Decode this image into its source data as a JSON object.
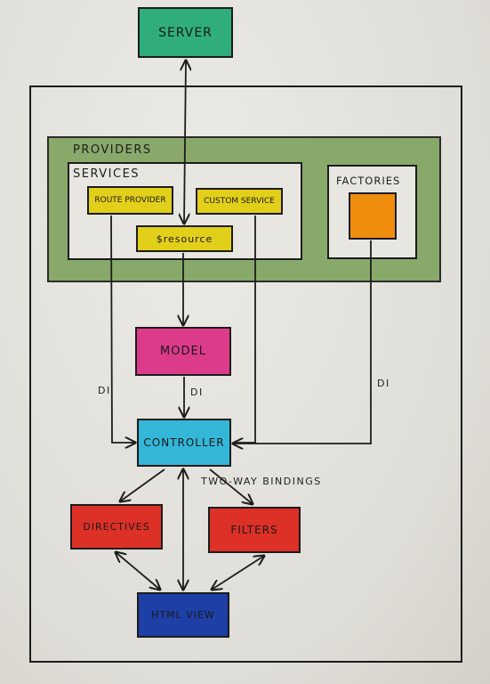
{
  "colors": {
    "server": "#2fae7c",
    "providers": "#88a96a",
    "route_provider": "#e2cf1a",
    "custom_service": "#e2cf1a",
    "resource": "#e2cf1a",
    "factory": "#f08c0e",
    "model": "#dc3b8a",
    "controller": "#33b6d8",
    "directives": "#dd3027",
    "filters": "#dd3027",
    "html_view": "#1d3fa6"
  },
  "nodes": {
    "server": "SERVER",
    "providers": "PROVIDERS",
    "services": "SERVICES",
    "route_provider": "ROUTE PROVIDER",
    "custom_service": "CUSTOM SERVICE",
    "resource": "$RESOURCE",
    "factories": "FACTORIES",
    "model": "MODEL",
    "controller": "CONTROLLER",
    "directives": "DIRECTIVES",
    "filters": "FILTERS",
    "html_view": "HTML VIEW"
  },
  "edge_labels": {
    "di_left": "DI",
    "di_model": "DI",
    "di_right": "DI",
    "two_way": "TWO-WAY BINDINGS"
  }
}
